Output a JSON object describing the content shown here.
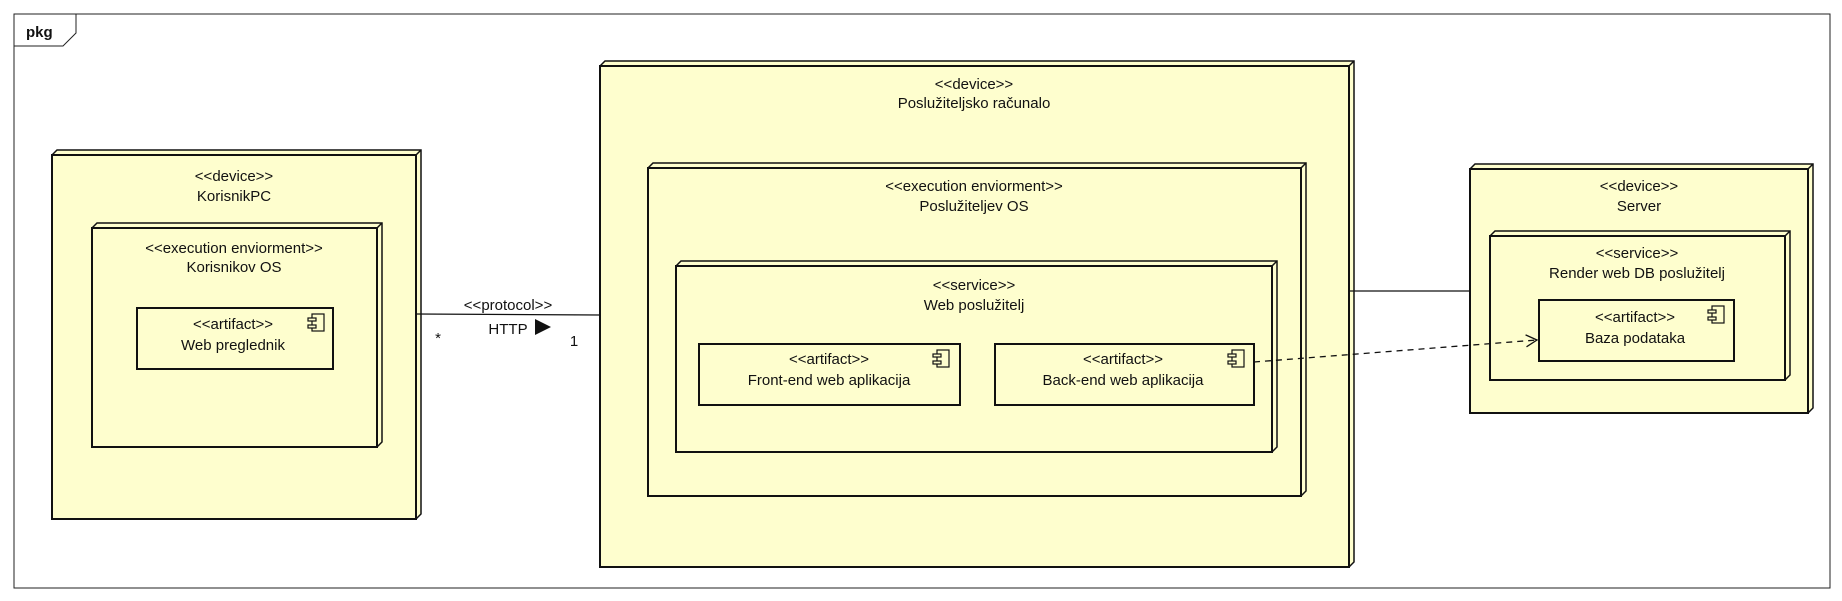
{
  "package": {
    "label": "pkg"
  },
  "nodes": {
    "korisnik_pc": {
      "stereotype": "<<device>>",
      "name": "KorisnikPC",
      "env": {
        "stereotype": "<<execution enviorment>>",
        "name": "Korisnikov OS",
        "artifact": {
          "stereotype": "<<artifact>>",
          "name": "Web preglednik"
        }
      }
    },
    "posluziteljsko_racunalo": {
      "stereotype": "<<device>>",
      "name": "Poslužiteljsko računalo",
      "env": {
        "stereotype": "<<execution enviorment>>",
        "name": "Poslužiteljev OS",
        "service": {
          "stereotype": "<<service>>",
          "name": "Web poslužitelj",
          "artifacts": [
            {
              "stereotype": "<<artifact>>",
              "name": "Front-end web aplikacija"
            },
            {
              "stereotype": "<<artifact>>",
              "name": "Back-end web aplikacija"
            }
          ]
        }
      }
    },
    "server": {
      "stereotype": "<<device>>",
      "name": "Server",
      "service": {
        "stereotype": "<<service>>",
        "name": "Render web DB poslužitelj",
        "artifact": {
          "stereotype": "<<artifact>>",
          "name": "Baza podataka"
        }
      }
    }
  },
  "connections": {
    "protocol": {
      "stereotype": "<<protocol>>",
      "name": "HTTP",
      "source_multiplicity": "*",
      "target_multiplicity": "1"
    }
  },
  "colors": {
    "fill": "#FEFECE",
    "line": "#111111",
    "background": "#ffffff"
  }
}
